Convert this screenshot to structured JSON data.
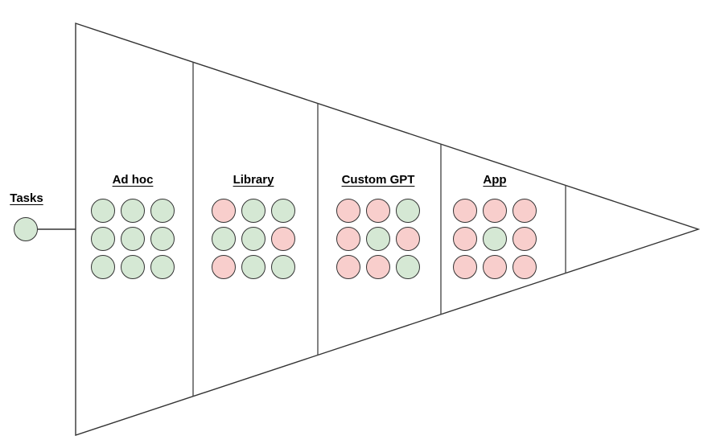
{
  "diagram": {
    "title_hint": "task-funnel-diagram",
    "tasks_label": "Tasks",
    "colors": {
      "green_fill": "#d5e8d4",
      "red_fill": "#f8cecc",
      "stroke": "#333333",
      "background": "#ffffff"
    },
    "tasks_node": {
      "color": "green"
    },
    "sections": [
      {
        "label": "Ad hoc",
        "grid": [
          [
            "green",
            "green",
            "green"
          ],
          [
            "green",
            "green",
            "green"
          ],
          [
            "green",
            "green",
            "green"
          ]
        ]
      },
      {
        "label": "Library",
        "grid": [
          [
            "red",
            "green",
            "green"
          ],
          [
            "green",
            "green",
            "red"
          ],
          [
            "red",
            "green",
            "green"
          ]
        ]
      },
      {
        "label": "Custom GPT",
        "grid": [
          [
            "red",
            "red",
            "green"
          ],
          [
            "red",
            "green",
            "red"
          ],
          [
            "red",
            "red",
            "green"
          ]
        ]
      },
      {
        "label": "App",
        "grid": [
          [
            "red",
            "red",
            "red"
          ],
          [
            "red",
            "green",
            "red"
          ],
          [
            "red",
            "red",
            "red"
          ]
        ]
      }
    ]
  }
}
